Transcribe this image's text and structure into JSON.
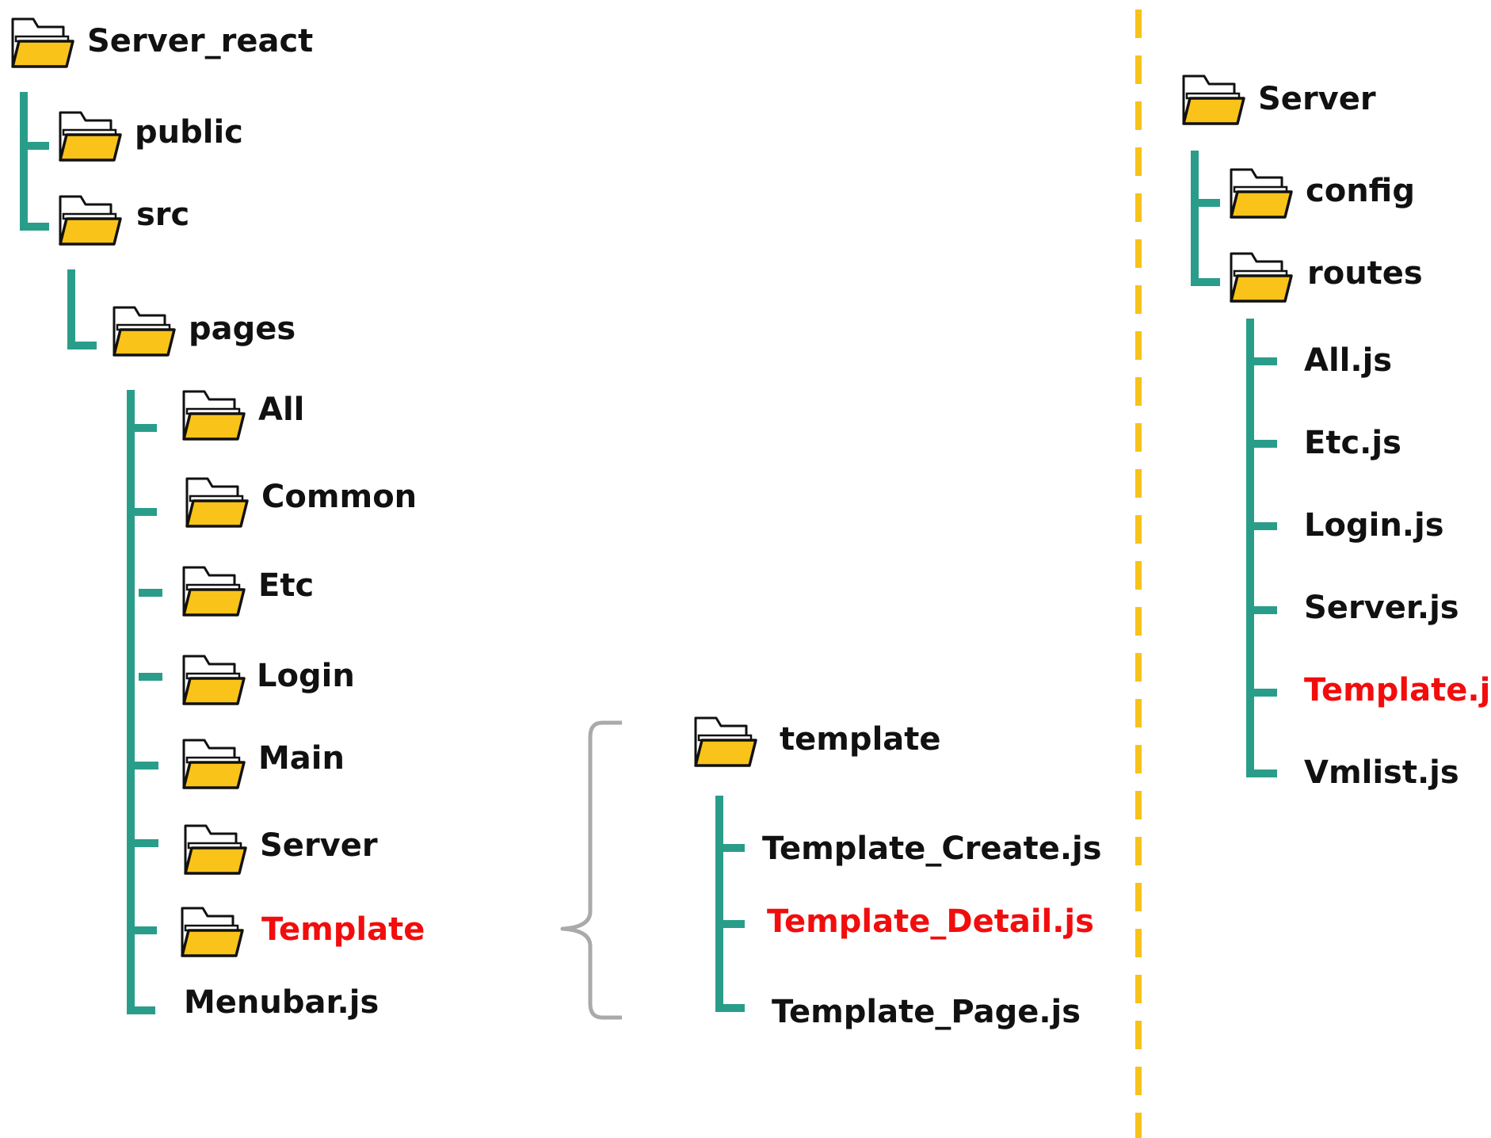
{
  "colors": {
    "tree_line": "#2a9d8a",
    "folder_fill": "#fac31a",
    "folder_stroke": "#111111",
    "label": "#111111",
    "highlight": "#f20d0d",
    "divider": "#f7c21b",
    "brace": "#aaaaaa"
  },
  "left": {
    "root": "Server_react",
    "public": "public",
    "src": "src",
    "pages": "pages",
    "pages_children": [
      "All",
      "Common",
      "Etc",
      "Login",
      "Main",
      "Server",
      "Template"
    ],
    "menubar": "Menubar.js"
  },
  "middle": {
    "folder": "template",
    "files": [
      "Template_Create.js",
      "Template_Detail.js",
      "Template_Page.js"
    ]
  },
  "right": {
    "root": "Server",
    "config": "config",
    "routes": "routes",
    "route_files": [
      "All.js",
      "Etc.js",
      "Login.js",
      "Server.js",
      "Template.js",
      "Vmlist.js"
    ]
  },
  "icons": {
    "folder": "folder-icon",
    "divider": "dashed-divider",
    "brace": "curly-brace"
  }
}
